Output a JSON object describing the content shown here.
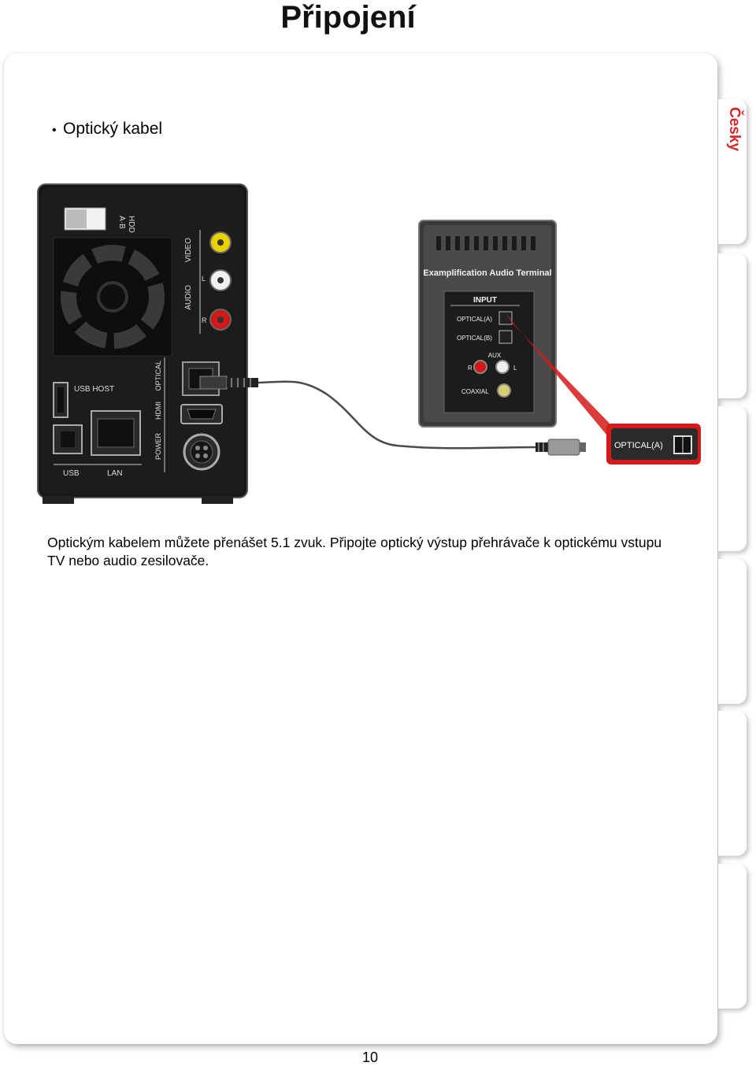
{
  "page": {
    "title": "Připojení",
    "page_number": "10"
  },
  "side_tab": {
    "label": "Česky",
    "accent_color": "#d8232a"
  },
  "section": {
    "heading": "Optický kabel",
    "body": "Optickým kabelem můžete přenášet 5.1 zvuk. Připojte optický výstup přehrávače k optickému vstupu TV nebo audio zesilovače."
  },
  "figure": {
    "player_labels": {
      "hdd": "HDD",
      "hdd_ab": "A·B",
      "video": "VIDEO",
      "audio": "AUDIO",
      "l": "L",
      "r": "R",
      "usb_host": "USB HOST",
      "optical": "OPTICAL",
      "hdmi": "HDMI",
      "power": "POWER",
      "usb": "USB",
      "lan": "LAN"
    },
    "amp_labels": {
      "title": "Examplification Audio Terminal",
      "input": "INPUT",
      "optical_a": "OPTICAL(A)",
      "optical_b": "OPTICAL(B)",
      "aux": "AUX",
      "r": "R",
      "l": "L",
      "coaxial": "COAXIAL"
    },
    "callout_label": "OPTICAL(A)"
  }
}
